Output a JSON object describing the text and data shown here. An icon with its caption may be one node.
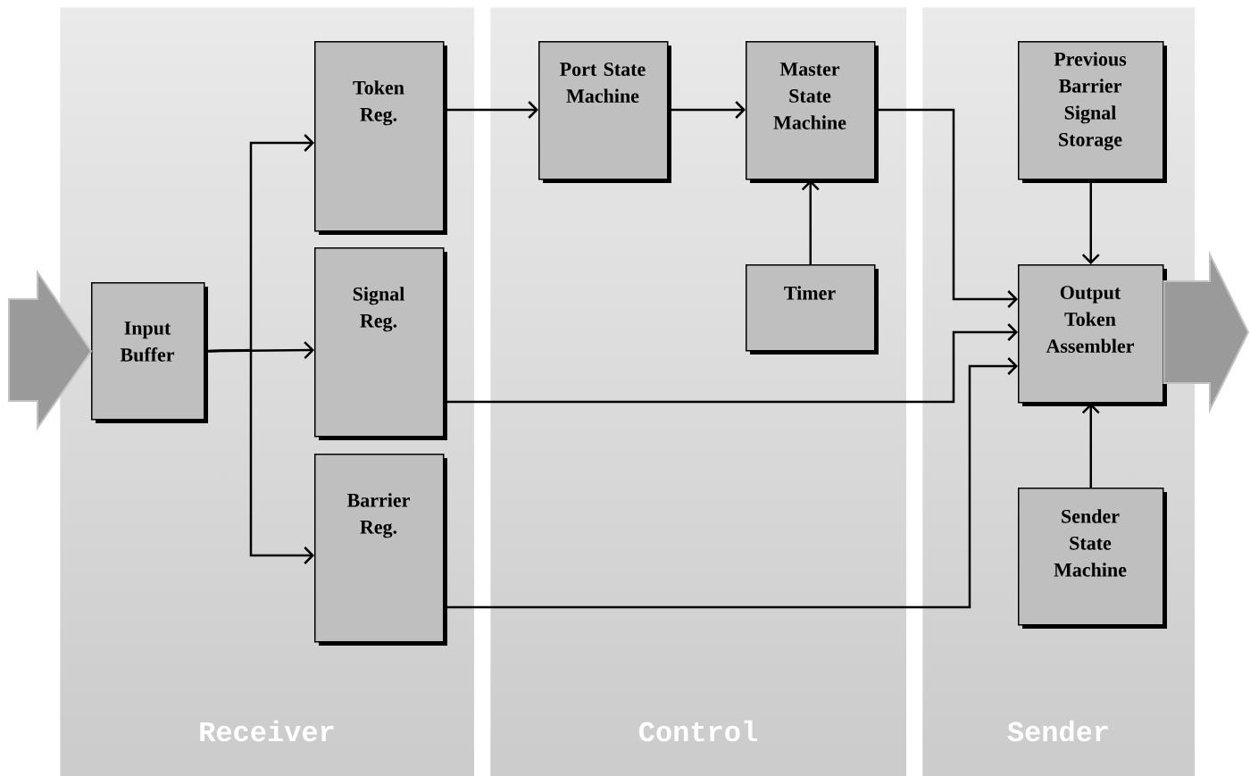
{
  "diagram": {
    "nodes": [
      {
        "text": [
          "Receiver"
        ]
      },
      {
        "text": [
          "Control"
        ]
      },
      {
        "text": [
          "Sender"
        ]
      },
      {
        "text": [
          "Input Buffer"
        ],
        "in": 0
      },
      {
        "text": [
          "Token Reg."
        ],
        "in": 0
      },
      {
        "text": [
          "Signal Reg."
        ],
        "in": 0
      },
      {
        "text": [
          "Barrier Reg."
        ],
        "in": 0
      },
      {
        "text": [
          "Port State Machine"
        ],
        "in": 1
      },
      {
        "text": [
          "Master State Machine"
        ],
        "in": 1
      },
      {
        "text": [
          "Timer"
        ],
        "in": 1
      },
      {
        "text": [
          "Previous Barrier Signal Storage"
        ],
        "in": 2
      },
      {
        "text": [
          "Output Token Assembler"
        ],
        "in": 2
      },
      {
        "text": [
          "Sender State Machine"
        ],
        "in": 2
      }
    ],
    "edges": [
      {
        "from": null,
        "to": 3,
        "arrow": "to",
        "style": "thick",
        "color": "#9a9a9a"
      },
      {
        "from": 3,
        "to": 4,
        "arrow": "to"
      },
      {
        "from": 3,
        "to": 5,
        "arrow": "to"
      },
      {
        "from": 3,
        "to": 6,
        "arrow": "to"
      },
      {
        "from": 4,
        "to": 7,
        "arrow": "to"
      },
      {
        "from": 7,
        "to": 8,
        "arrow": "to"
      },
      {
        "from": 8,
        "to": 11,
        "arrow": "to"
      },
      {
        "from": 9,
        "to": 8,
        "arrow": "to"
      },
      {
        "from": 10,
        "to": 11,
        "arrow": "to"
      },
      {
        "from": 5,
        "to": 11,
        "arrow": "to"
      },
      {
        "from": 6,
        "to": 11,
        "arrow": "to"
      },
      {
        "from": 12,
        "to": 11,
        "arrow": "to"
      },
      {
        "from": 11,
        "to": null,
        "arrow": "to",
        "style": "thick",
        "color": "#9a9a9a"
      }
    ]
  }
}
